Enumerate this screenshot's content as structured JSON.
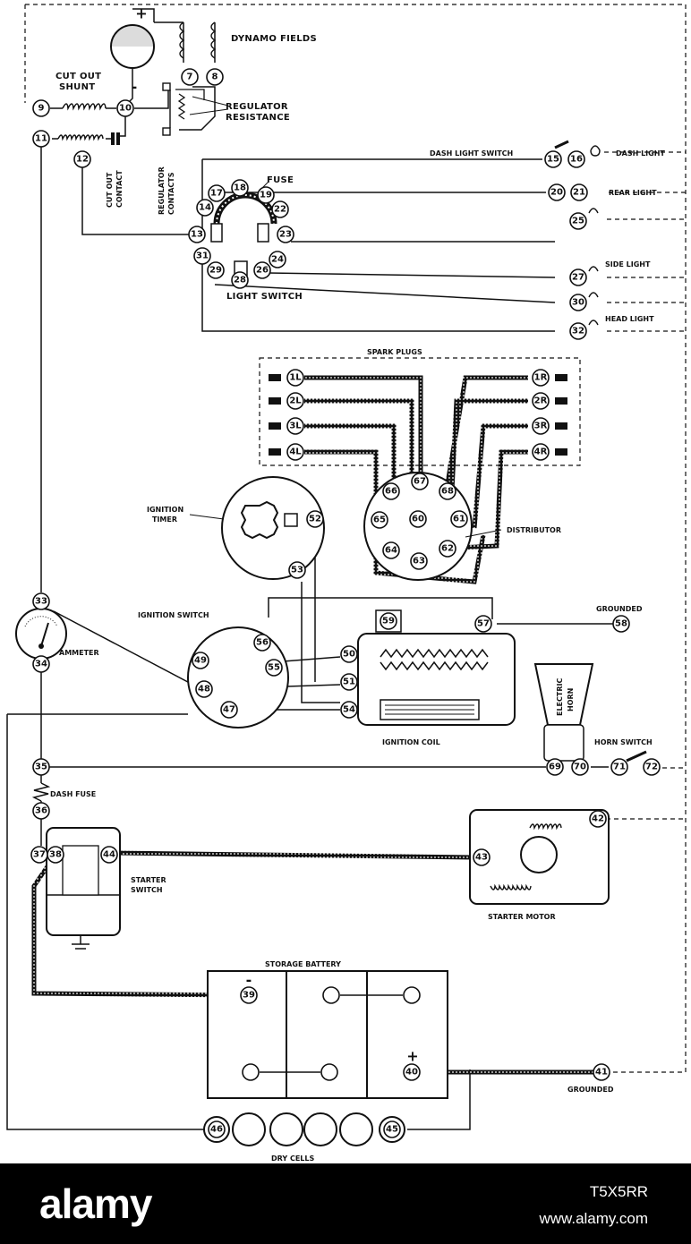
{
  "labels": {
    "dynamo_fields": "DYNAMO FIELDS",
    "cut_out_shunt_1": "CUT OUT",
    "cut_out_shunt_2": "SHUNT",
    "regulator_resistance_1": "REGULATOR",
    "regulator_resistance_2": "RESISTANCE",
    "cut_out_contact_1": "CUT OUT",
    "cut_out_contact_2": "CONTACT",
    "regulator_contacts_1": "REGULATOR",
    "regulator_contacts_2": "CONTACTS",
    "fuse": "FUSE",
    "light_switch": "LIGHT SWITCH",
    "dash_light_switch": "DASH LIGHT SWITCH",
    "dash_light": "DASH LIGHT",
    "rear_light": "REAR LIGHT",
    "side_light": "SIDE LIGHT",
    "head_light": "HEAD LIGHT",
    "spark_plugs": "SPARK PLUGS",
    "ignition_timer_1": "IGNITION",
    "ignition_timer_2": "TIMER",
    "distributor": "DISTRIBUTOR",
    "ignition_switch": "IGNITION SWITCH",
    "grounded_top": "GROUNDED",
    "ammeter": "AMMETER",
    "ignition_coil": "IGNITION COIL",
    "electric_horn_1": "ELECTRIC",
    "electric_horn_2": "HORN",
    "horn_switch": "HORN SWITCH",
    "dash_fuse": "DASH FUSE",
    "starter_switch_1": "STARTER",
    "starter_switch_2": "SWITCH",
    "starter_motor": "STARTER MOTOR",
    "storage_battery": "STORAGE BATTERY",
    "grounded_bottom": "GROUNDED",
    "dry_cells": "DRY CELLS",
    "plus": "+",
    "minus": "-"
  },
  "terminals": [
    "7",
    "8",
    "9",
    "10",
    "11",
    "12",
    "13",
    "14",
    "15",
    "16",
    "17",
    "18",
    "19",
    "20",
    "21",
    "22",
    "23",
    "24",
    "25",
    "26",
    "27",
    "28",
    "29",
    "30",
    "31",
    "32",
    "33",
    "34",
    "35",
    "36",
    "37",
    "38",
    "39",
    "40",
    "41",
    "42",
    "43",
    "44",
    "45",
    "46",
    "47",
    "48",
    "49",
    "50",
    "51",
    "52",
    "53",
    "54",
    "55",
    "56",
    "57",
    "58",
    "59",
    "60",
    "61",
    "62",
    "63",
    "64",
    "65",
    "66",
    "67",
    "68",
    "69",
    "70",
    "71",
    "72",
    "1L",
    "2L",
    "3L",
    "4L",
    "1R",
    "2R",
    "3R",
    "4R"
  ],
  "watermark": {
    "brand": "alamy",
    "image_id": "T5X5RR",
    "site": "www.alamy.com"
  }
}
